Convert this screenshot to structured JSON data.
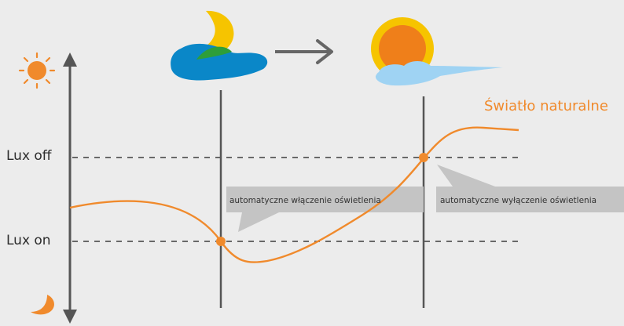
{
  "diagram": {
    "lux_off_label": "Lux off",
    "lux_on_label": "Lux on",
    "curve_label": "Światło naturalne",
    "callout_on": "automatyczne włączenie oświetlenia",
    "callout_off": "automatyczne wyłączenie oświetlenia",
    "icons": [
      "sun-icon",
      "moon-icon",
      "night-cloud-icon",
      "day-sun-cloud-icon",
      "arrow-right-icon"
    ]
  },
  "colors": {
    "background": "#ececec",
    "curve": "#f08a2c",
    "axis": "#555555",
    "callout_box": "#c4c4c4",
    "sun_ring": "#f6c400",
    "sun_core": "#ef7f1a",
    "night_cloud": "#0a87c8",
    "day_cloud": "#9fd3f3",
    "moon": "#f6c400",
    "hill": "#2e9e3a"
  }
}
